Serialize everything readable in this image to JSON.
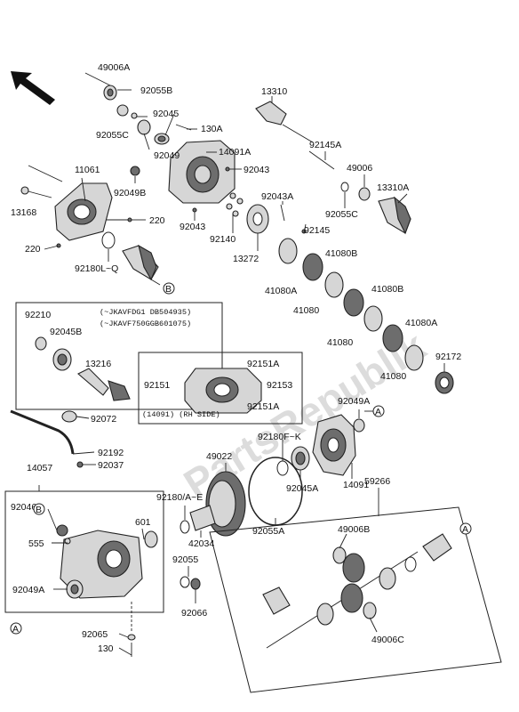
{
  "labels": {
    "p49006A": "49006A",
    "p92055B": "92055B",
    "p92045": "92045",
    "p130A": "130A",
    "p92055C": "92055C",
    "p14091A": "14091A",
    "p92049": "92049",
    "p92043a": "92043",
    "p11061": "11061",
    "p92049B": "92049B",
    "p13168": "13168",
    "p220a": "220",
    "p220b": "220",
    "p92043b": "92043",
    "p92180LQ": "92180L~Q",
    "p13310": "13310",
    "p92145A": "92145A",
    "p49006": "49006",
    "p13310A": "13310A",
    "p92055Cb": "92055C",
    "p92043A": "92043A",
    "p92145": "92145",
    "p92140": "92140",
    "p13272": "13272",
    "p41080B": "41080B",
    "p41080Aa": "41080A",
    "p41080a": "41080",
    "p41080Bb": "41080B",
    "p41080b": "41080",
    "p41080Ab": "41080A",
    "p41080c": "41080",
    "p92172": "92172",
    "p92210": "92210",
    "p92045B": "92045B",
    "p13216": "13216",
    "p92072": "92072",
    "p92192": "92192",
    "p14057": "14057",
    "p92037": "92037",
    "p92151Aa": "92151A",
    "p92151": "92151",
    "p92153": "92153",
    "p92151Ab": "92151A",
    "p92049A": "92049A",
    "p92180FK": "92180F~K",
    "p49022": "49022",
    "p14091": "14091",
    "p92045A": "92045A",
    "p92180AE": "92180/A~E",
    "p42034": "42034",
    "p92055A": "92055A",
    "p601": "601",
    "p92046": "92046",
    "p555": "555",
    "p92049Ab": "92049A",
    "p92055": "92055",
    "p92066": "92066",
    "p92065": "92065",
    "p130": "130",
    "p59266": "59266",
    "p49006B": "49006B",
    "p49006C": "49006C"
  },
  "note": {
    "line1": "(~JKAVFDG1 DB504935)",
    "line2": "(~JKAVF750GGB601075)"
  },
  "inset": {
    "caption": "(14091) (RH SIDE)"
  },
  "markers": {
    "A1": "A",
    "A2": "A",
    "A3": "A",
    "B1": "B",
    "B2": "B"
  },
  "watermark": "PartsRepublik"
}
